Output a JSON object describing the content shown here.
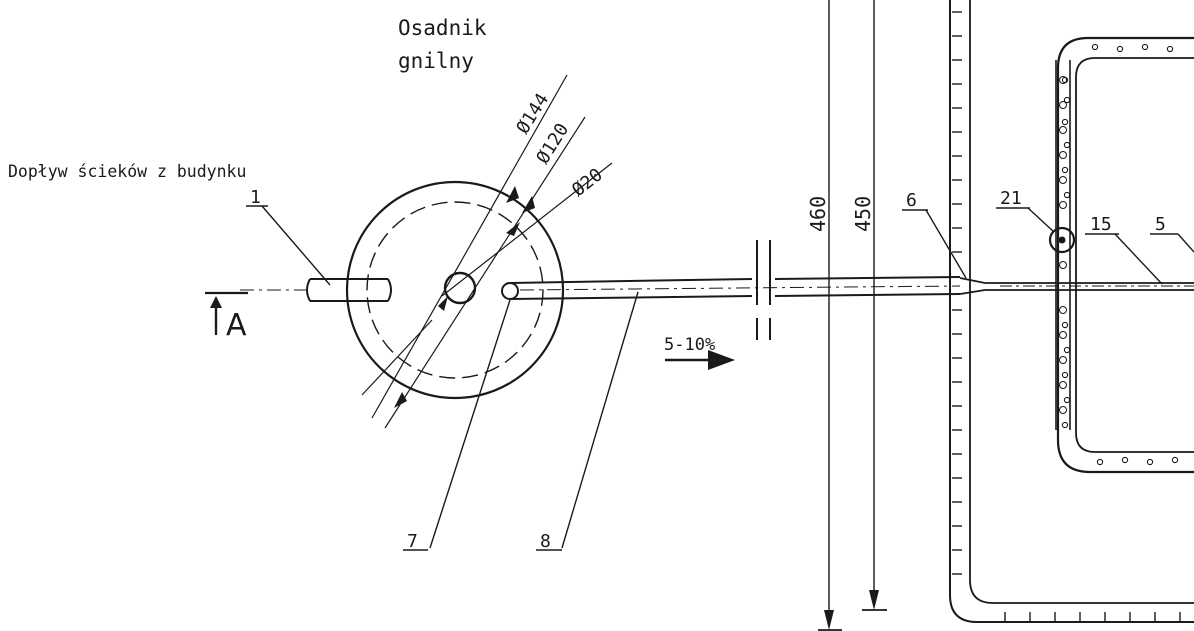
{
  "labels": {
    "title_line1": "Osadnik",
    "title_line2": "gnilny",
    "inflow": "Dopływ ścieków z budynku",
    "section": "A",
    "slope": "5-10%"
  },
  "dimensions": {
    "d144": "Ø144",
    "d120": "Ø120",
    "d20": "Ø20",
    "h460": "460",
    "h450": "450"
  },
  "callouts": {
    "c1": "1",
    "c5": "5",
    "c6": "6",
    "c7": "7",
    "c8": "8",
    "c15": "15",
    "c21": "21"
  },
  "colors": {
    "ink": "#1a1a1a",
    "paper": "#ffffff"
  }
}
